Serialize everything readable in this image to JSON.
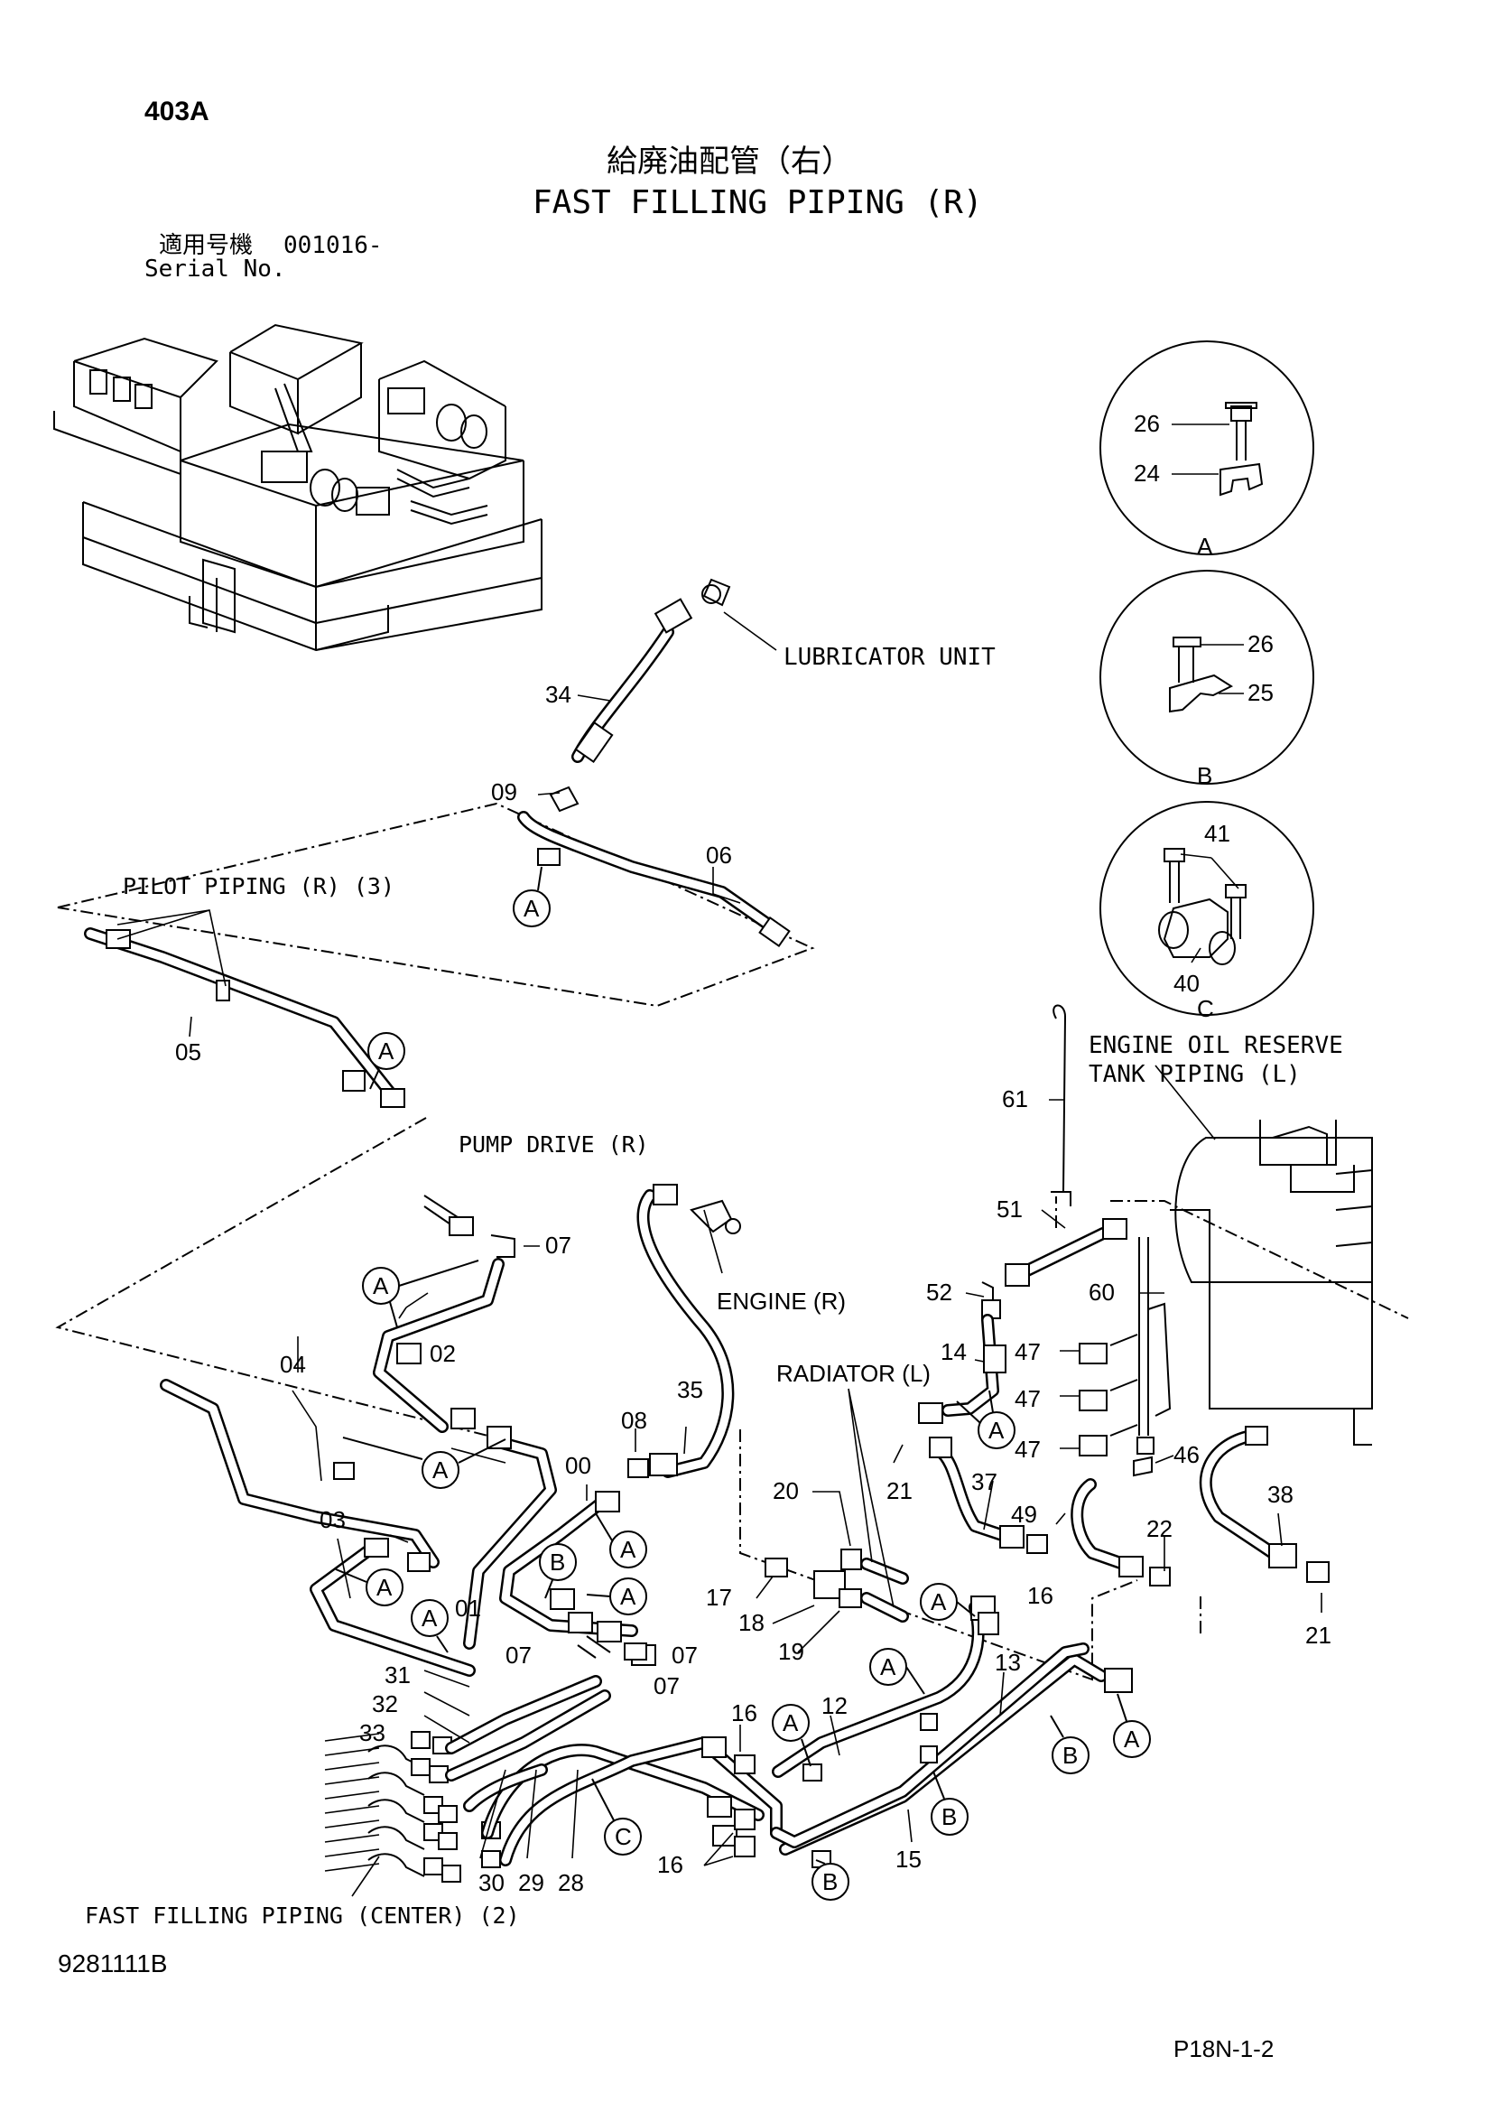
{
  "header": {
    "page_code": "403A",
    "title_jp": "給廃油配管（右）",
    "title_en": "FAST FILLING PIPING (R)",
    "serial_jp": "適用号機",
    "serial_value": "001016-",
    "serial_en": "Serial No."
  },
  "details": [
    {
      "letter": "A",
      "parts": [
        "26",
        "24"
      ]
    },
    {
      "letter": "B",
      "parts": [
        "26",
        "25"
      ]
    },
    {
      "letter": "C",
      "parts": [
        "41",
        "40"
      ]
    }
  ],
  "references": {
    "lubricator": "LUBRICATOR UNIT",
    "pilot": "PILOT PIPING (R) (3)",
    "pump": "PUMP DRIVE (R)",
    "engine": "ENGINE (R)",
    "radiator": "RADIATOR (L)",
    "oil_tank_1": "ENGINE OIL RESERVE",
    "oil_tank_2": "TANK PIPING (L)",
    "center": "FAST FILLING PIPING (CENTER) (2)"
  },
  "part_numbers": {
    "p00": "00",
    "p01": "01",
    "p02": "02",
    "p03": "03",
    "p04": "04",
    "p05": "05",
    "p06": "06",
    "p07a": "07",
    "p07b": "07",
    "p07c": "07",
    "p07d": "07",
    "p08": "08",
    "p09": "09",
    "p12": "12",
    "p13": "13",
    "p14": "14",
    "p15": "15",
    "p16a": "16",
    "p16b": "16",
    "p16c": "16",
    "p17": "17",
    "p18": "18",
    "p19": "19",
    "p20": "20",
    "p21a": "21",
    "p21b": "21",
    "p22": "22",
    "p28": "28",
    "p29": "29",
    "p30": "30",
    "p31": "31",
    "p32": "32",
    "p33": "33",
    "p34": "34",
    "p35": "35",
    "p37": "37",
    "p38": "38",
    "p46": "46",
    "p47a": "47",
    "p47b": "47",
    "p47c": "47",
    "p49": "49",
    "p51": "51",
    "p52": "52",
    "p60": "60",
    "p61": "61"
  },
  "callouts": {
    "A": "A",
    "B": "B",
    "C": "C"
  },
  "footer": {
    "drawing_no": "9281111B",
    "page_ref": "P18N-1-2"
  }
}
